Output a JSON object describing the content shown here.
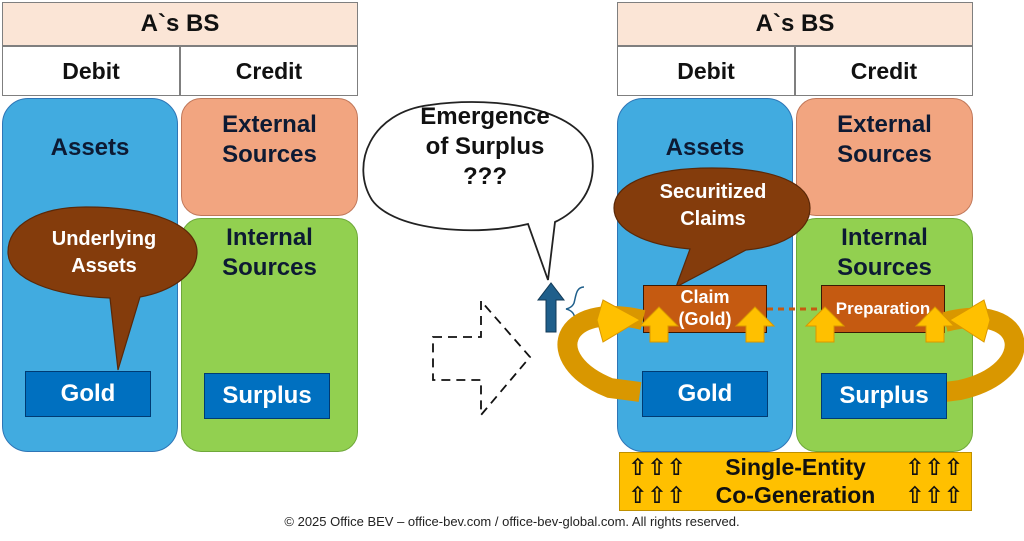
{
  "left": {
    "title": "A`s BS",
    "debit": "Debit",
    "credit": "Credit",
    "assets": "Assets",
    "external": [
      "External",
      "Sources"
    ],
    "internal": [
      "Internal",
      "Sources"
    ],
    "bubble": [
      "Underlying",
      "Assets"
    ],
    "gold": "Gold",
    "surplus": "Surplus"
  },
  "middle": {
    "thought": [
      "Emergence",
      "of Surplus",
      "???"
    ],
    "transition_icon": "dashed-right-arrow-icon",
    "emergence_icon": "up-arrow-icon"
  },
  "right": {
    "title": "A`s BS",
    "debit": "Debit",
    "credit": "Credit",
    "assets": "Assets",
    "external": [
      "External",
      "Sources"
    ],
    "internal": [
      "Internal",
      "Sources"
    ],
    "bubble": [
      "Securitized",
      "Claims"
    ],
    "claim": [
      "Claim",
      "(Gold)"
    ],
    "preparation": "Preparation",
    "gold": "Gold",
    "surplus": "Surplus",
    "banner": {
      "line1": "Single-Entity",
      "line2": "Co-Generation",
      "arrows": "⇧⇧⇧"
    }
  },
  "colors": {
    "assets": "#41abe0",
    "external": "#f2a580",
    "internal": "#92d050",
    "gold_box": "#0070c0",
    "claim_box": "#c55a11",
    "bubble": "#843c0c",
    "arrow_yellow": "#ffc000",
    "header": "#fbe5d6"
  },
  "footer": "© 2025 Office BEV – office-bev.com / office-bev-global.com. All rights reserved."
}
